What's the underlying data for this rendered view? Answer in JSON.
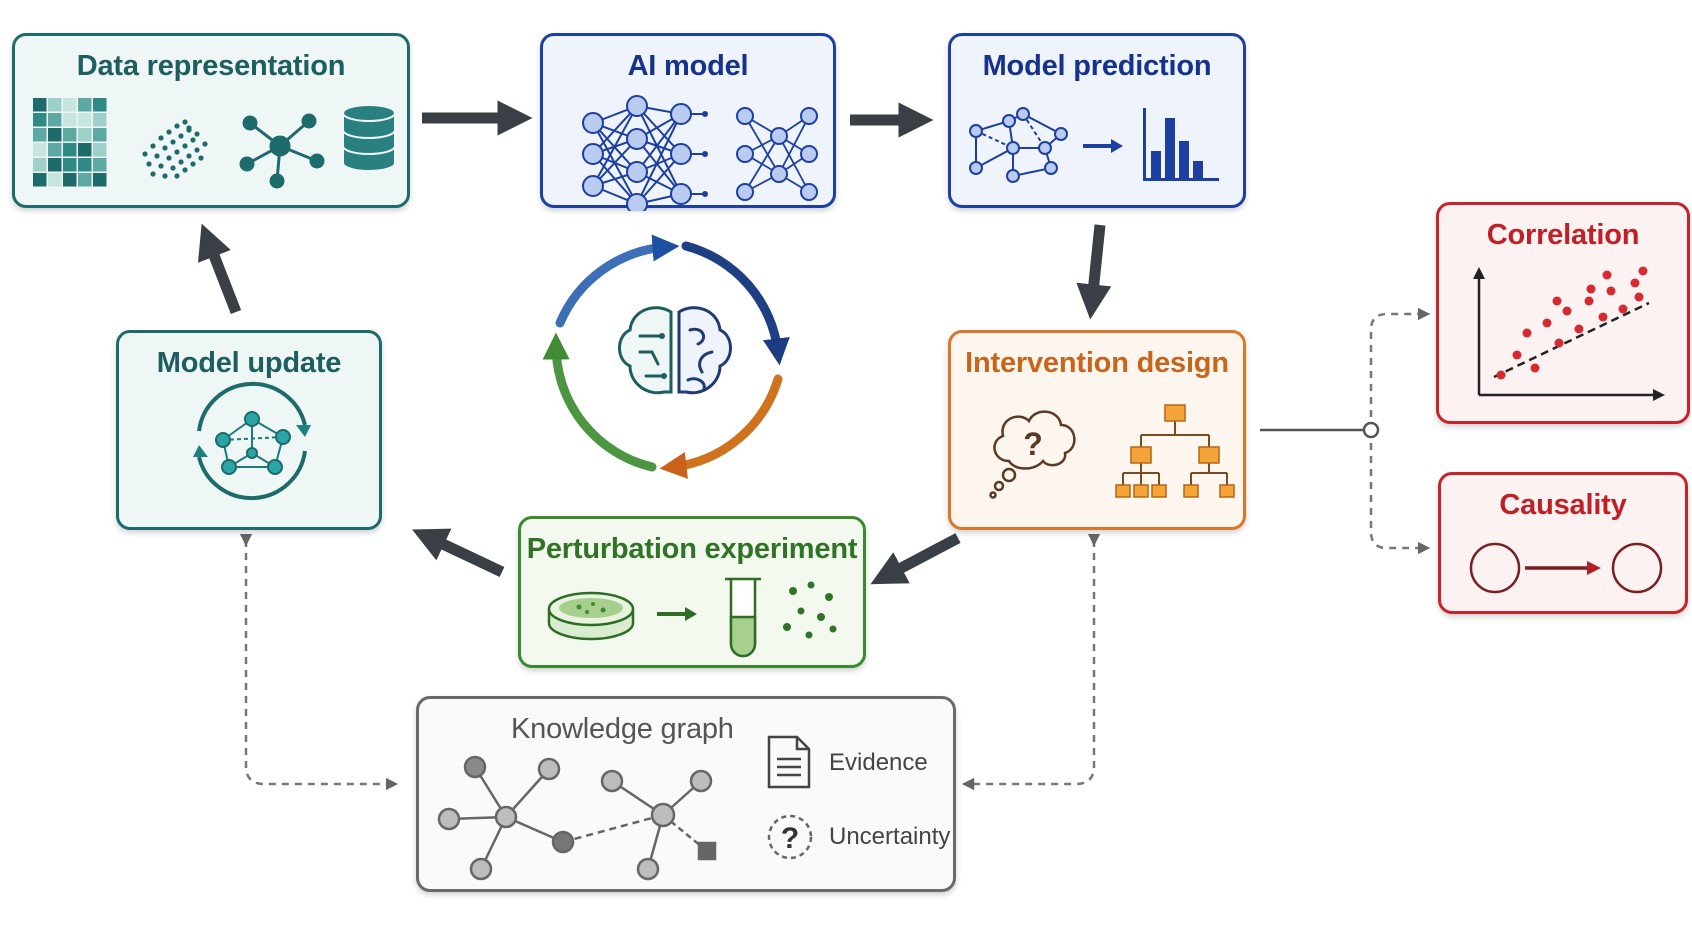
{
  "nodes": {
    "data_representation": {
      "title": "Data representation"
    },
    "ai_model": {
      "title": "AI model"
    },
    "model_prediction": {
      "title": "Model prediction"
    },
    "intervention_design": {
      "title": "Intervention design"
    },
    "perturbation_experiment": {
      "title": "Perturbation experiment"
    },
    "model_update": {
      "title": "Model update"
    },
    "knowledge_graph": {
      "title": "Knowledge graph",
      "evidence_label": "Evidence",
      "uncertainty_label": "Uncertainty"
    },
    "correlation": {
      "title": "Correlation"
    },
    "causality": {
      "title": "Causality"
    }
  },
  "icons": [
    "heatmap-icon",
    "point-cloud-icon",
    "network-icon",
    "database-icon",
    "neural-network-icon",
    "graph-icon",
    "bar-chart-icon",
    "brain-icon",
    "question-cloud-icon",
    "hierarchy-icon",
    "petri-dish-icon",
    "test-tube-icon",
    "document-icon",
    "question-circle-icon",
    "scatter-plot-icon",
    "cause-effect-icon"
  ],
  "colors": {
    "teal": "#1e6b6b",
    "blue": "#1d3fa0",
    "orange": "#d9782b",
    "green": "#3c8a2e",
    "red": "#c8222a",
    "gray": "#6a6a6a",
    "arrow": "#3a3f45"
  }
}
